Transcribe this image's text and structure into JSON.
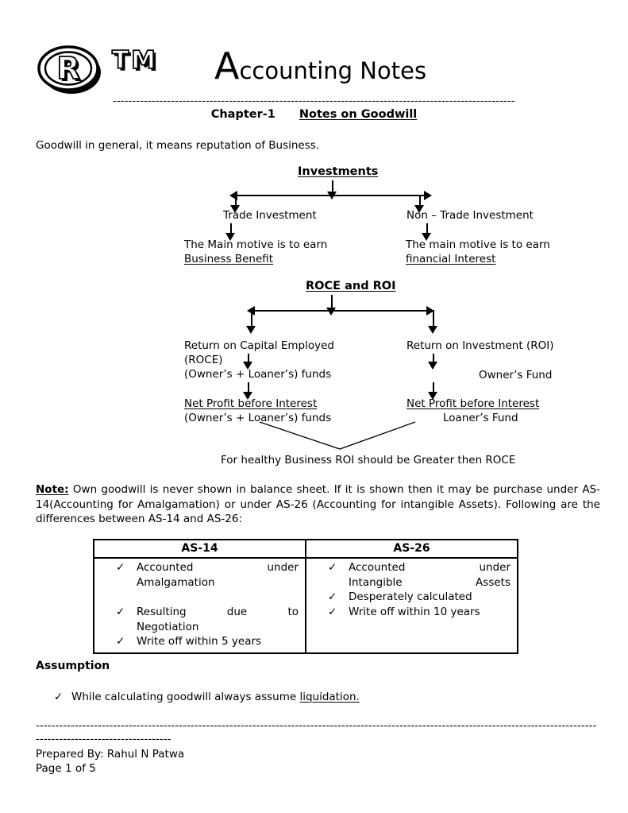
{
  "colors": {
    "ink": "#000000",
    "paper": "#ffffff"
  },
  "check_glyph": "✓",
  "header": {
    "registered_mark": "R",
    "tm_mark": "TM",
    "title_initial": "A",
    "title_rest": "ccounting Notes",
    "divider_dashes": "------------------------------------------------------------------------------------------------------------------------",
    "chapter_label": "Chapter-1",
    "chapter_title": "Notes on Goodwill"
  },
  "intro": "Goodwill in general, it means reputation of Business.",
  "diagram_investments": {
    "title": "Investments",
    "left_node": "Trade Investment",
    "left_desc_line1": "The Main motive is to earn",
    "left_desc_line2": "Business Benefit",
    "right_node": "Non – Trade Investment",
    "right_desc_line1": "The main motive is to earn",
    "right_desc_line2": "financial Interest"
  },
  "diagram_roce_roi": {
    "title": "ROCE and ROI",
    "left_node_line1": "Return on Capital Employed",
    "left_node_line2": "(ROCE)",
    "left_node_line3": "(Owner’s + Loaner’s) funds",
    "left_formula_numerator": "Net Profit before Interest",
    "left_formula_denominator": "(Owner’s + Loaner’s) funds",
    "right_node_line1": "Return on Investment (ROI)",
    "right_node_line2": "Owner’s Fund",
    "right_formula_numerator": "Net Profit before Interest",
    "right_formula_denominator": "Loaner’s Fund",
    "conclusion": "For healthy Business ROI should be Greater then ROCE"
  },
  "note": {
    "label": "Note:",
    "text": " Own goodwill is never shown in balance sheet. If it is shown then it may be purchase under AS-14(Accounting for Amalgamation) or under AS-26 (Accounting for intangible Assets). Following are the differences between AS-14 and AS-26:"
  },
  "table": {
    "header_as14": "AS-14",
    "header_as26": "AS-26",
    "as14_items": [
      "Accounted under\nAmalgamation",
      "Resulting due to\nNegotiation",
      "Write off within 5 years"
    ],
    "as26_items": [
      "Accounted under\nIntangible Assets",
      "Desperately calculated",
      "Write off within 10 years"
    ]
  },
  "assumption": {
    "heading": "Assumption",
    "item_prefix": "While calculating goodwill always assume ",
    "item_underlined": "liquidation."
  },
  "footer": {
    "separator": "------------------------------------------------------------------------------------------------------------------------------------------------------------------------------------",
    "prepared_by": "Prepared By: Rahul N Patwa",
    "page_info": "Page 1 of 5"
  }
}
